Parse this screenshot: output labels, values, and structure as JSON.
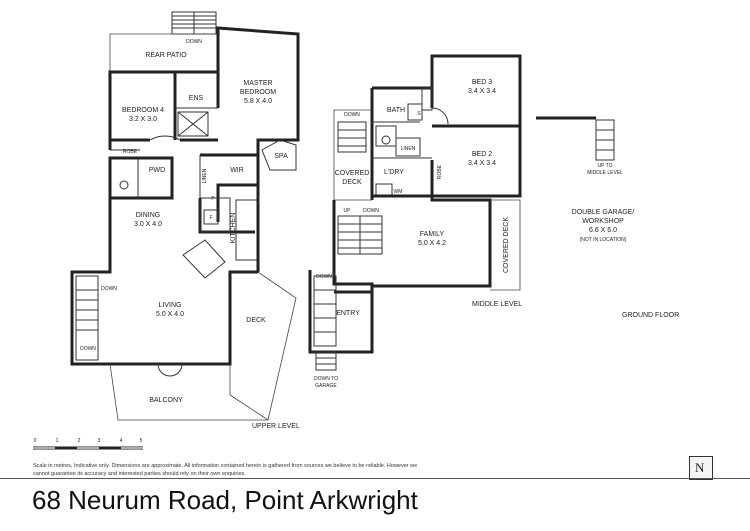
{
  "address": "68 Neurum Road, Point Arkwright",
  "disclaimer": "Scale in metres, Indicative only. Dimensions are approximate. All information contained herein is gathered from sources we believe to be reliable. However we cannot guarantee its accuracy and interested parties should rely on their own enquiries.",
  "north_symbol": "N",
  "scale_ticks": [
    "0",
    "1",
    "2",
    "3",
    "4",
    "5"
  ],
  "levels": {
    "upper": "UPPER LEVEL",
    "middle": "MIDDLE LEVEL",
    "ground": "GROUND FLOOR"
  },
  "rooms": {
    "rear_patio": "REAR PATIO",
    "master_bedroom": "MASTER",
    "master_bedroom_2": "BEDROOM",
    "master_dim": "5.8 X 4.0",
    "bedroom4": "BEDROOM 4",
    "bedroom4_dim": "3.2 X 3.0",
    "ens": "ENS",
    "robe_upper": "ROBE",
    "pwd": "PWD",
    "wir": "WIR",
    "linen_upper": "LINEN",
    "spa": "SPA",
    "dining": "DINING",
    "dining_dim": "3.0 X 4.0",
    "kitchen": "KITCHEN",
    "pantry": "P",
    "fridge": "F",
    "living": "LIVING",
    "living_dim": "5.0 X 4.0",
    "deck": "DECK",
    "balcony": "BALCONY",
    "bath": "BATH",
    "shower_s": "S",
    "bed3": "BED 3",
    "bed3_dim": "3.4 X 3.4",
    "bed2": "BED 2",
    "bed2_dim": "3.4 X 3.4",
    "robe_bed2": "ROBE",
    "linen_mid": "LINEN",
    "ldry": "L'DRY",
    "wm": "WM",
    "covered_deck_left": "COVERED",
    "covered_deck_left_2": "DECK",
    "family": "FAMILY",
    "family_dim": "5.0 X 4.2",
    "covered_deck_right": "COVERED DECK",
    "entry": "ENTRY",
    "garage": "DOUBLE GARAGE/",
    "garage_2": "WORKSHOP",
    "garage_dim": "6.6 X 6.0",
    "garage_note": "(NOT IN LOCATION)"
  },
  "stair_labels": {
    "down_patio": "DOWN",
    "down_upper_left": "DOWN",
    "down_upper_left_bottom": "DOWN",
    "down_mid": "DOWN",
    "up_mid": "UP",
    "down_mid_2": "DOWN",
    "down_entry": "DOWN",
    "down_to_garage": "DOWN TO",
    "down_to_garage_2": "GARAGE",
    "up_to_middle": "UP TO",
    "up_to_middle_2": "MIDDLE LEVEL"
  }
}
